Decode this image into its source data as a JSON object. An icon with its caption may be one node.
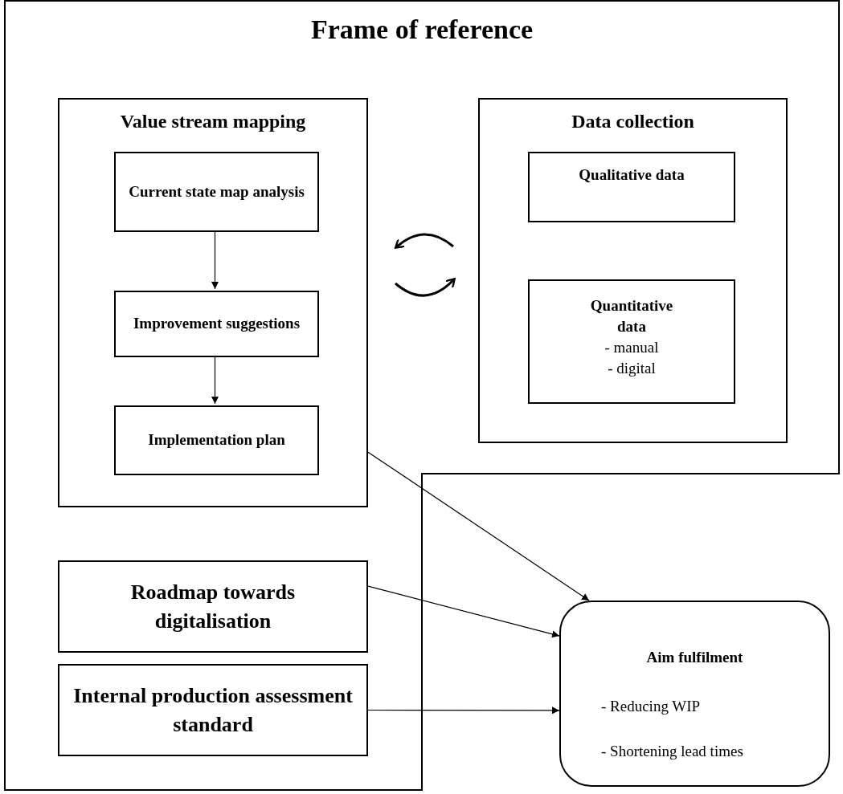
{
  "diagram": {
    "nodes": [
      {
        "text": [
          "Frame of reference"
        ]
      },
      {
        "text": [
          "Value stream mapping"
        ],
        "in": 0
      },
      {
        "text": [
          "Current state map analysis"
        ],
        "in": 1
      },
      {
        "text": [
          "Improvement suggestions"
        ],
        "in": 1
      },
      {
        "text": [
          "Implementation plan"
        ],
        "in": 1
      },
      {
        "text": [
          "Data collection"
        ],
        "in": 0
      },
      {
        "text": [
          "Qualitative data"
        ],
        "in": 5
      },
      {
        "text": [
          "Quantitative data",
          "- manual",
          "- digital"
        ],
        "in": 5
      },
      {
        "text": [
          "Roadmap towards digitalisation"
        ],
        "in": 0
      },
      {
        "text": [
          "Internal production assessment standard"
        ],
        "in": 0
      },
      {
        "text": [
          "Aim fulfilment",
          "- Reducing WIP",
          "- Shortening lead times"
        ]
      }
    ],
    "edges": [
      {
        "from": 2,
        "to": 3,
        "arrow": "to"
      },
      {
        "from": 3,
        "to": 4,
        "arrow": "to"
      },
      {
        "from": 1,
        "to": 10,
        "arrow": "to"
      },
      {
        "from": 8,
        "to": 10,
        "arrow": "to"
      },
      {
        "from": 9,
        "to": 10,
        "arrow": "to"
      }
    ]
  }
}
